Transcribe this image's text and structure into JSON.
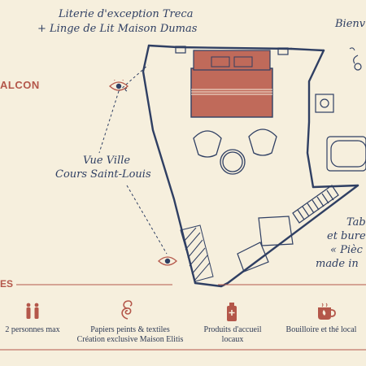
{
  "annotations": {
    "literie_line1": "Literie d'exception Treca",
    "literie_line2": "+ Linge de Lit Maison Dumas",
    "bienvenue_partial": "Bienv",
    "balcon_partial": "ALCON",
    "vue_line1": "Vue Ville",
    "vue_line2": "Cours Saint-Louis",
    "table_line1": "Tabl",
    "table_line2": "et burea",
    "table_line3": "« Pièc",
    "table_line4": "made in"
  },
  "section_marker": "ES",
  "amenities": [
    {
      "icon": "two-people-icon",
      "label_line1": "2 personnes max",
      "label_line2": ""
    },
    {
      "icon": "wallpaper-swirl-icon",
      "label_line1": "Papiers peints & textiles",
      "label_line2": "Création exclusive Maison Elitis"
    },
    {
      "icon": "toiletries-bottle-icon",
      "label_line1": "Produits d'accueil",
      "label_line2": "locaux"
    },
    {
      "icon": "kettle-tea-icon",
      "label_line1": "Bouilloire et thé local",
      "label_line2": ""
    }
  ],
  "colors": {
    "background": "#f6efdd",
    "ink_blue": "#2f3f63",
    "bed_terracotta": "#c06a5a",
    "accent_red": "#b4574a"
  }
}
